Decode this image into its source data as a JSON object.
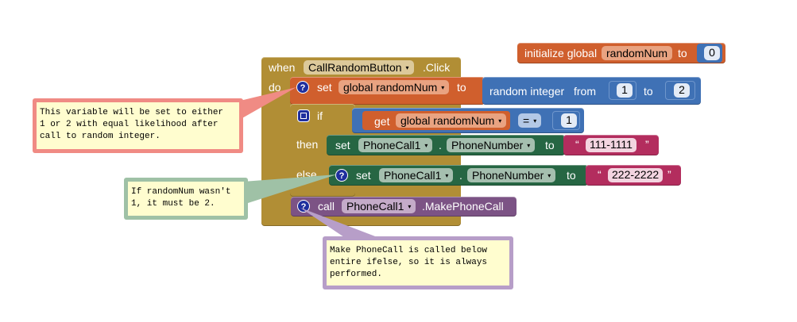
{
  "init_block": {
    "label": "initialize global",
    "var_name": "randomNum",
    "to_label": "to",
    "value": "0"
  },
  "event_block": {
    "when_label": "when",
    "component": "CallRandomButton",
    "event": ".Click",
    "do_label": "do"
  },
  "set_random": {
    "set_label": "set",
    "var_field": "global randomNum",
    "to_label": "to",
    "random_label": "random integer",
    "from_label": "from",
    "from_value": "1",
    "to2_label": "to",
    "to_value": "2"
  },
  "if_block": {
    "if_label": "if",
    "get_label": "get",
    "var_field": "global randomNum",
    "operator": "=",
    "compare_value": "1",
    "then_label": "then",
    "else_label": "else"
  },
  "then_set": {
    "set_label": "set",
    "component": "PhoneCall1",
    "dot": ".",
    "property": "PhoneNumber",
    "to_label": "to",
    "value": "111-1111"
  },
  "else_set": {
    "set_label": "set",
    "component": "PhoneCall1",
    "dot": ".",
    "property": "PhoneNumber",
    "to_label": "to",
    "value": "222-2222"
  },
  "call_block": {
    "call_label": "call",
    "component": "PhoneCall1",
    "method": ".MakePhoneCall"
  },
  "comments": {
    "set_comment": "This variable will be set to either\n1 or 2 with equal likelihood after\ncall to random integer.",
    "else_comment": "If randomNum wasn't\n1, it must be 2.",
    "call_comment": "Make PhoneCall is called below\nentire ifelse, so it is always\nperformed."
  },
  "quote_open": "“",
  "quote_close": "”",
  "dropdown_arrow": "▾",
  "colors": {
    "event": "#b18e35",
    "variable": "#d05f2d",
    "math": "#3f71b5",
    "control": "#b18e35",
    "component": "#266643",
    "text": "#b32d5e",
    "procedure_call": "#7c5385",
    "comment_red": "#f08b84",
    "comment_green": "#9fc1a6",
    "comment_purple": "#b79ec8"
  },
  "icons": [
    "help-icon",
    "mutator-gear-icon",
    "dropdown-arrow-icon"
  ]
}
